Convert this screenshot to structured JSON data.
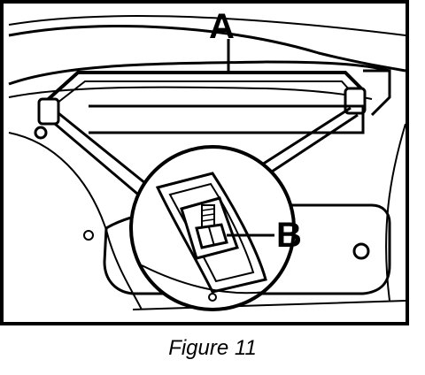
{
  "diagram": {
    "labels": {
      "a": "A",
      "b": "B"
    },
    "caption": "Figure 11"
  },
  "colors": {
    "ink": "#000000",
    "paper": "#ffffff"
  }
}
